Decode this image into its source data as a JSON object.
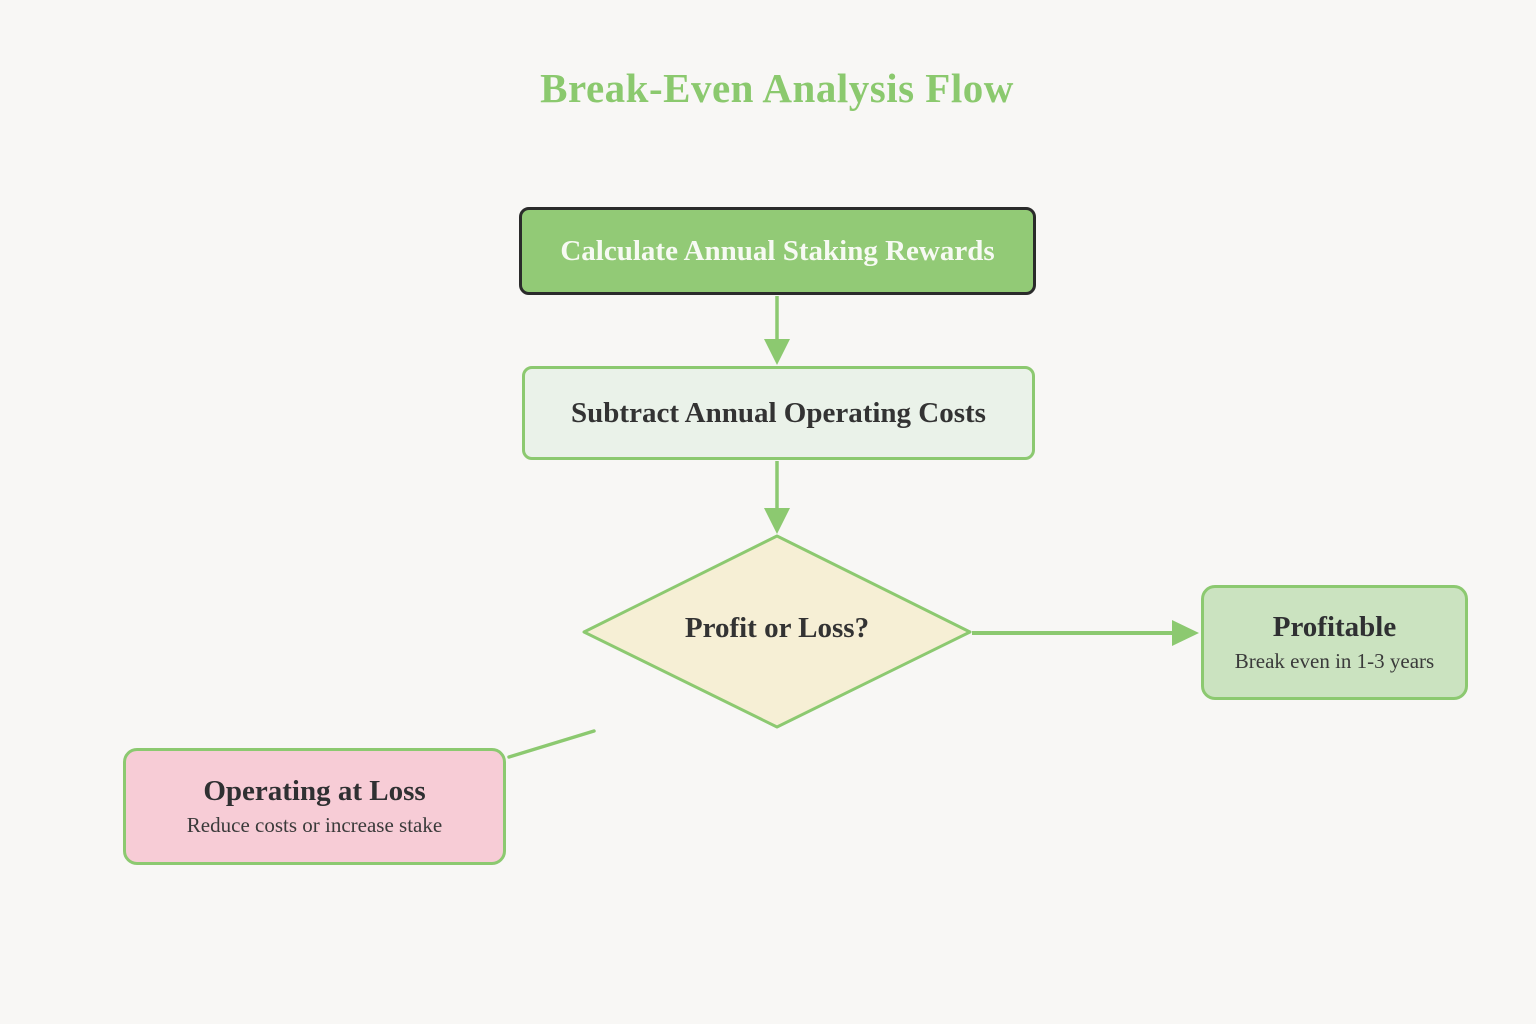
{
  "diagram": {
    "title": "Break-Even Analysis Flow",
    "nodes": {
      "start": {
        "label": "Calculate Annual Staking Rewards"
      },
      "process": {
        "label": "Subtract Annual Operating Costs"
      },
      "decision": {
        "label": "Profit or Loss?"
      },
      "profitable": {
        "label": "Profitable",
        "description": "Break even in 1-3 years"
      },
      "operating_at_loss": {
        "label": "Operating at Loss",
        "description": "Reduce costs or increase stake"
      }
    },
    "colors": {
      "background": "#f8f7f5",
      "title_green": "#8bc96e",
      "edge_green": "#8cc970",
      "start_fill": "#92ca76",
      "start_border": "#2b2b2b",
      "start_text": "#f7faf3",
      "process_fill": "#eaf2e9",
      "decision_fill": "#f6efd5",
      "profitable_fill": "#cbe3c0",
      "loss_fill": "#f7ccd6",
      "text_dark": "#333333"
    }
  }
}
